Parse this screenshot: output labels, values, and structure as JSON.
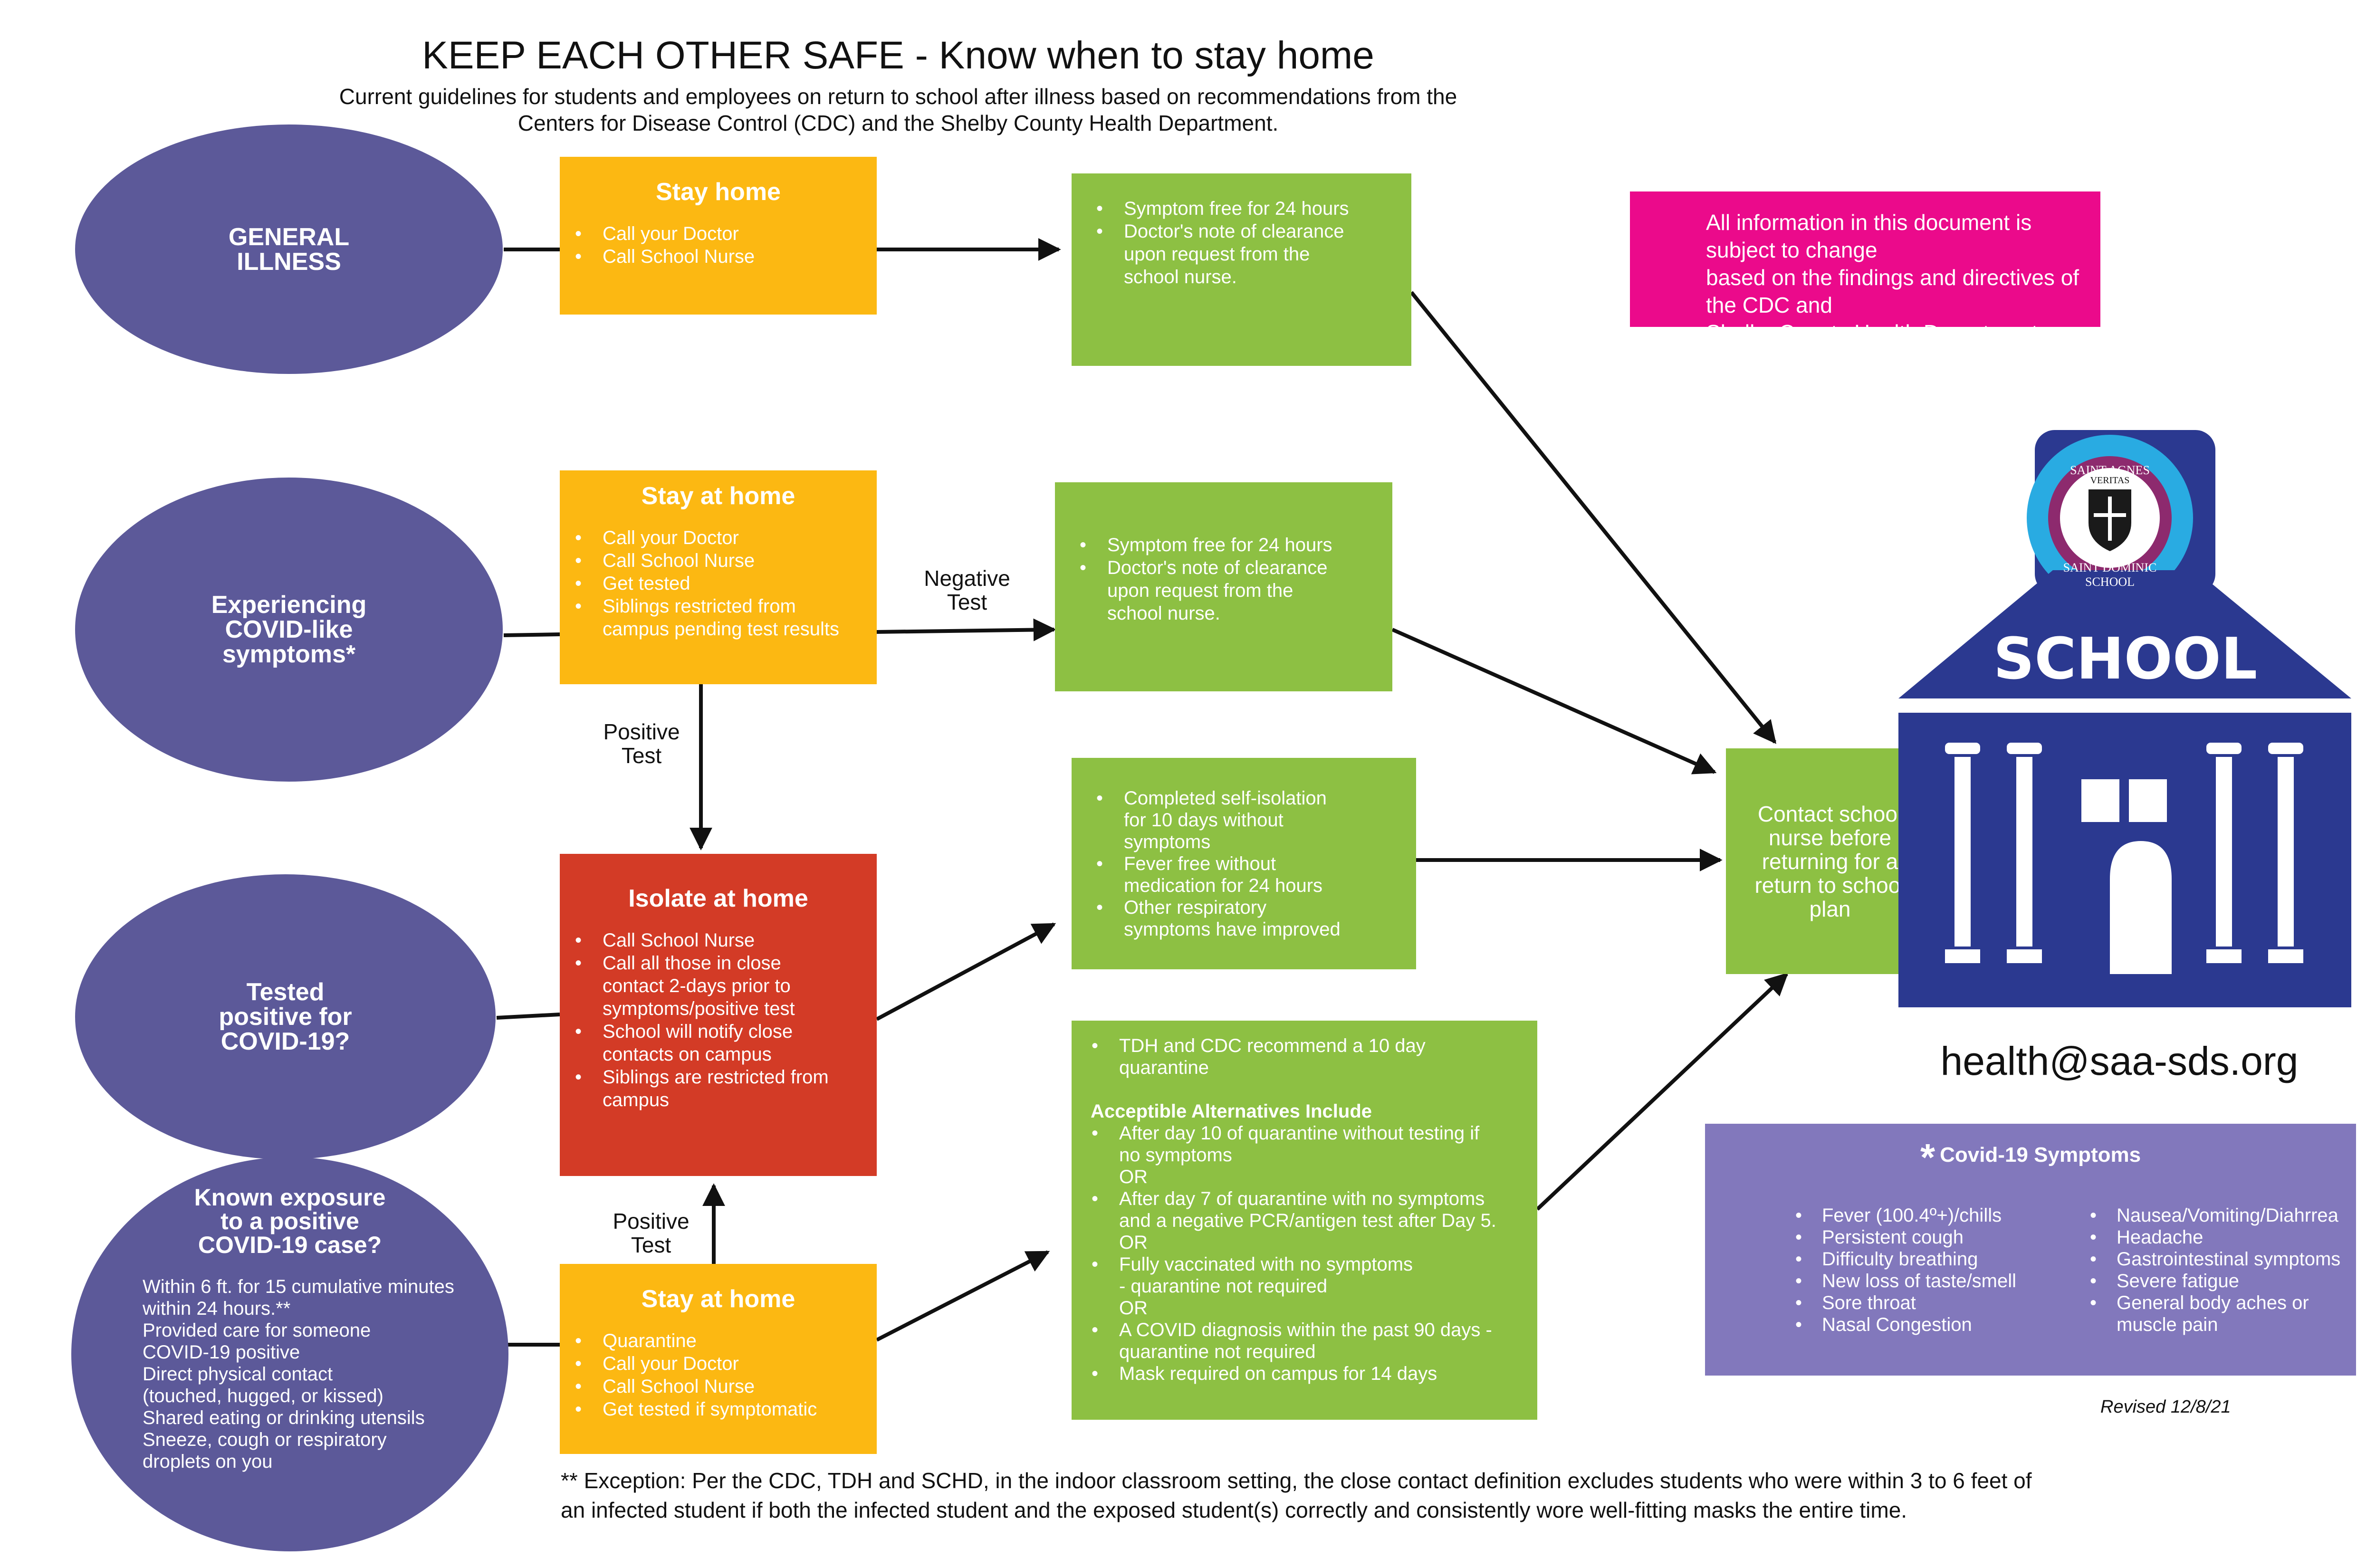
{
  "header": {
    "title": "KEEP EACH OTHER SAFE - Know when to stay home",
    "subtitle": "Current guidelines for students and employees on return to school after illness based on recommendations from the\nCenters for Disease Control (CDC) and the Shelby County Health Department."
  },
  "ovals": {
    "general": "GENERAL\nILLNESS",
    "covid_like": "Experiencing\nCOVID-like\nsymptoms*",
    "tested_positive": "Tested\npositive for\nCOVID-19?",
    "exposure": {
      "title": "Known exposure\nto a positive\nCOVID-19 case?",
      "items": [
        "Within 6 ft. for 15 cumulative minutes\nwithin 24 hours.**",
        "Provided care for someone\nCOVID-19 positive",
        "Direct physical contact\n(touched, hugged, or kissed)",
        "Shared eating or drinking utensils",
        "Sneeze, cough or respiratory\ndroplets on you"
      ]
    }
  },
  "action_boxes": {
    "stay_home_1": {
      "title": "Stay home",
      "items": [
        "Call your Doctor",
        "Call School Nurse"
      ]
    },
    "stay_home_2": {
      "title": "Stay at  home",
      "items": [
        "Call your Doctor",
        "Call School Nurse",
        "Get tested",
        "Siblings restricted from\ncampus pending test results"
      ]
    },
    "isolate": {
      "title": "Isolate at home",
      "items": [
        "Call School Nurse",
        "Call all those in close\ncontact 2-days prior to\nsymptoms/positive test",
        "School will notify close\ncontacts on campus",
        "Siblings are restricted from\ncampus"
      ]
    },
    "stay_home_3": {
      "title": "Stay at  home",
      "items": [
        "Quarantine",
        "Call your Doctor",
        "Call School Nurse",
        "Get tested if symptomatic"
      ]
    }
  },
  "criteria_boxes": {
    "general": [
      "Symptom free for 24 hours",
      "Doctor's note of clearance\nupon request from the\nschool nurse."
    ],
    "negative": [
      "Symptom free for 24 hours",
      "Doctor's note of clearance\nupon request from the\nschool nurse."
    ],
    "isolation": [
      "Completed self-isolation\nfor 10 days without\nsymptoms",
      "Fever free without\nmedication for 24 hours",
      "Other respiratory\nsymptoms have improved"
    ],
    "quarantine": {
      "intro": "TDH and CDC recommend a 10 day\nquarantine",
      "alternatives_heading": "Acceptible Alternatives Include",
      "items": [
        "After day 10 of quarantine without testing if\nno symptoms\nOR",
        "After day 7 of quarantine with no symptoms\nand a negative PCR/antigen test after Day 5.\nOR",
        "Fully vaccinated with no symptoms\n- quarantine not required\nOR",
        "A COVID diagnosis within the past 90 days -\nquarantine not required",
        "Mask required on campus for 14 days"
      ]
    }
  },
  "flow_labels": {
    "negative_test": "Negative\nTest",
    "positive_test_1": "Positive\nTest",
    "positive_test_2": "Positive\nTest"
  },
  "notice": "All information in this document is subject to change\nbased on the findings and directives of the CDC and\nShelby County Health Department.",
  "contact_nurse": "Contact school\nnurse before\nreturning for a\nreturn to school\nplan",
  "school": {
    "label": "SCHOOL",
    "seal_top": "SAINT AGNES ACADEMY",
    "seal_bottom": "SAINT DOMINIC SCHOOL",
    "seal_motto": "VERITAS"
  },
  "email": "health@saa-sds.org",
  "symptoms": {
    "star": "*",
    "title": "Covid-19 Symptoms",
    "col1": [
      "Fever (100.4º+)/chills",
      "Persistent cough",
      "Difficulty breathing",
      "New loss of taste/smell",
      "Sore throat",
      "Nasal Congestion"
    ],
    "col2": [
      "Nausea/Vomiting/Diahrrea",
      "Headache",
      "Gastrointestinal symptoms",
      "Severe fatigue",
      "General body aches or\nmuscle pain"
    ]
  },
  "revised": "Revised 12/8/21",
  "footnote": "** Exception: Per the CDC, TDH and SCHD, in the indoor classroom setting, the close contact definition excludes students who were within 3 to 6 feet of\nan infected student if both the infected student and the exposed student(s) correctly and consistently wore well-fitting masks the entire time.",
  "colors": {
    "oval": "#5c5999",
    "yellow": "#fcb812",
    "red": "#d33b26",
    "green": "#8dc043",
    "magenta": "#eb0a8b",
    "school_blue": "#2b3990",
    "symptoms_purple": "#8278bc"
  }
}
